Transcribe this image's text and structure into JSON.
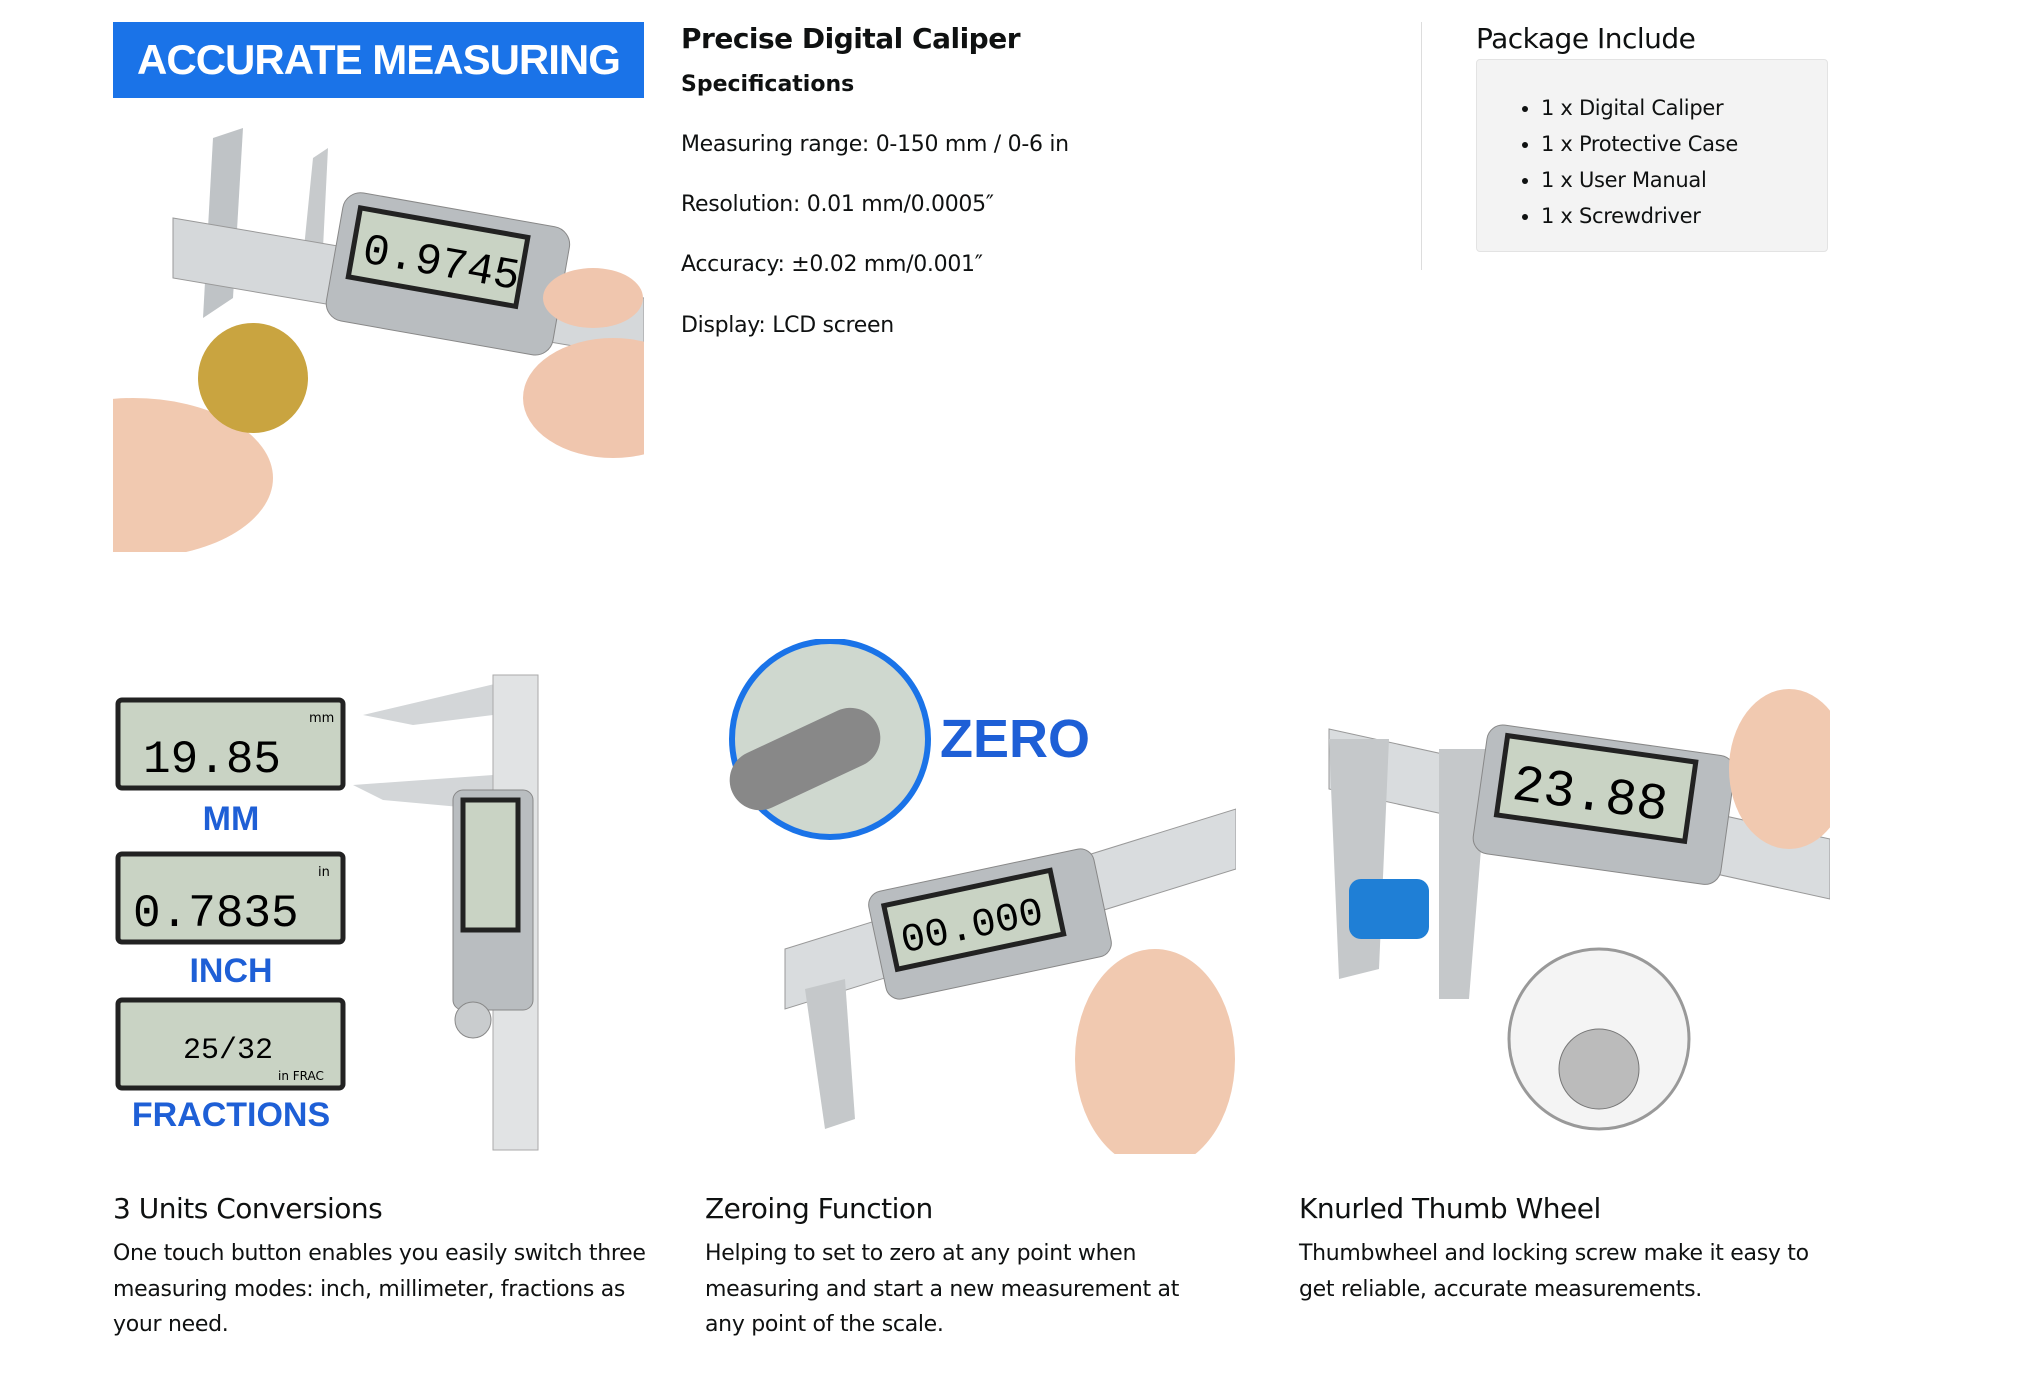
{
  "banner": {
    "text": "ACCURATE MEASURING"
  },
  "product": {
    "title": "Precise Digital Caliper",
    "specs_heading": "Specifications",
    "specs": [
      "Measuring range: 0-150 mm / 0-6 in",
      "Resolution: 0.01 mm/0.0005″",
      "Accuracy: ±0.02 mm/0.001″",
      "Display: LCD screen"
    ]
  },
  "package": {
    "title": "Package Include",
    "items": [
      "1 x Digital Caliper",
      "1 x Protective Case",
      "1 x User Manual",
      "1 x Screwdriver"
    ]
  },
  "images": {
    "hero_reading": "0.9745",
    "units": [
      {
        "reading": "19.85",
        "unit": "mm",
        "label": "MM"
      },
      {
        "reading": "0.7835",
        "unit": "in",
        "label": "INCH"
      },
      {
        "reading": "25/32",
        "unit": "in FRAC",
        "label": "FRACTIONS"
      }
    ],
    "zero_label": "ZERO",
    "zero_reading": "00.000",
    "thumb_reading": "23.88"
  },
  "features": [
    {
      "title": "3 Units Conversions",
      "body": "One touch button enables you easily switch three measuring modes: inch, millimeter, fractions as your need."
    },
    {
      "title": "Zeroing Function",
      "body": "Helping to set to zero at any point when measuring and start a new measurement at any point of the scale."
    },
    {
      "title": "Knurled Thumb Wheel",
      "body": "Thumbwheel and locking screw make it easy to get reliable, accurate measurements."
    }
  ],
  "colors": {
    "accent_blue": "#1a73e8",
    "box_bg": "#f3f3f3"
  }
}
